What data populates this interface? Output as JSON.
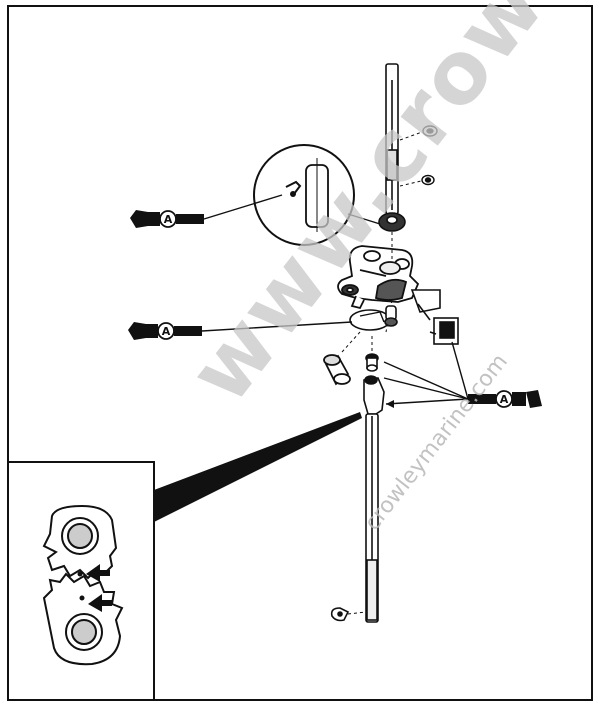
{
  "diagram": {
    "lubricant_callout_letter": "A",
    "watermark_large": "www.crowley",
    "watermark_small": "crowleymarine.com"
  },
  "colors": {
    "ink": "#111111",
    "watermark": "#c8c8c8",
    "background": "#ffffff"
  }
}
